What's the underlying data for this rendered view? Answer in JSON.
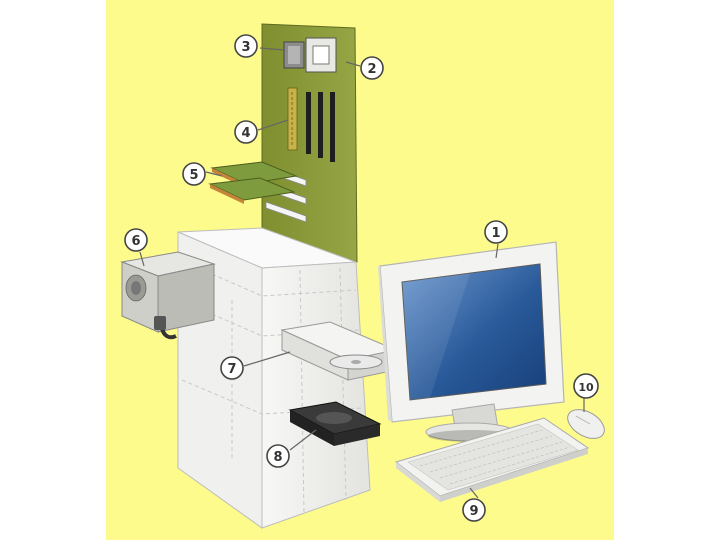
{
  "colors": {
    "background": "#fdfb8c",
    "motherboard": "#8a9a3a",
    "motherboard_dark": "#5f6b22",
    "case": "#f2f2f0",
    "case_edge": "#bdbdbd",
    "screen": "#1f4f8f",
    "screen_light": "#5e8cc8",
    "device_gray": "#d9d9d4",
    "drive_dark": "#2e2e2e",
    "card_green": "#6b8e3a"
  },
  "callouts": [
    {
      "id": "monitor",
      "label": "1"
    },
    {
      "id": "motherboard",
      "label": "2"
    },
    {
      "id": "cpu",
      "label": "3"
    },
    {
      "id": "ram",
      "label": "4"
    },
    {
      "id": "expansion-cards",
      "label": "5"
    },
    {
      "id": "power-supply",
      "label": "6"
    },
    {
      "id": "optical-drive",
      "label": "7"
    },
    {
      "id": "hard-drive",
      "label": "8"
    },
    {
      "id": "keyboard",
      "label": "9"
    },
    {
      "id": "mouse",
      "label": "10"
    }
  ]
}
